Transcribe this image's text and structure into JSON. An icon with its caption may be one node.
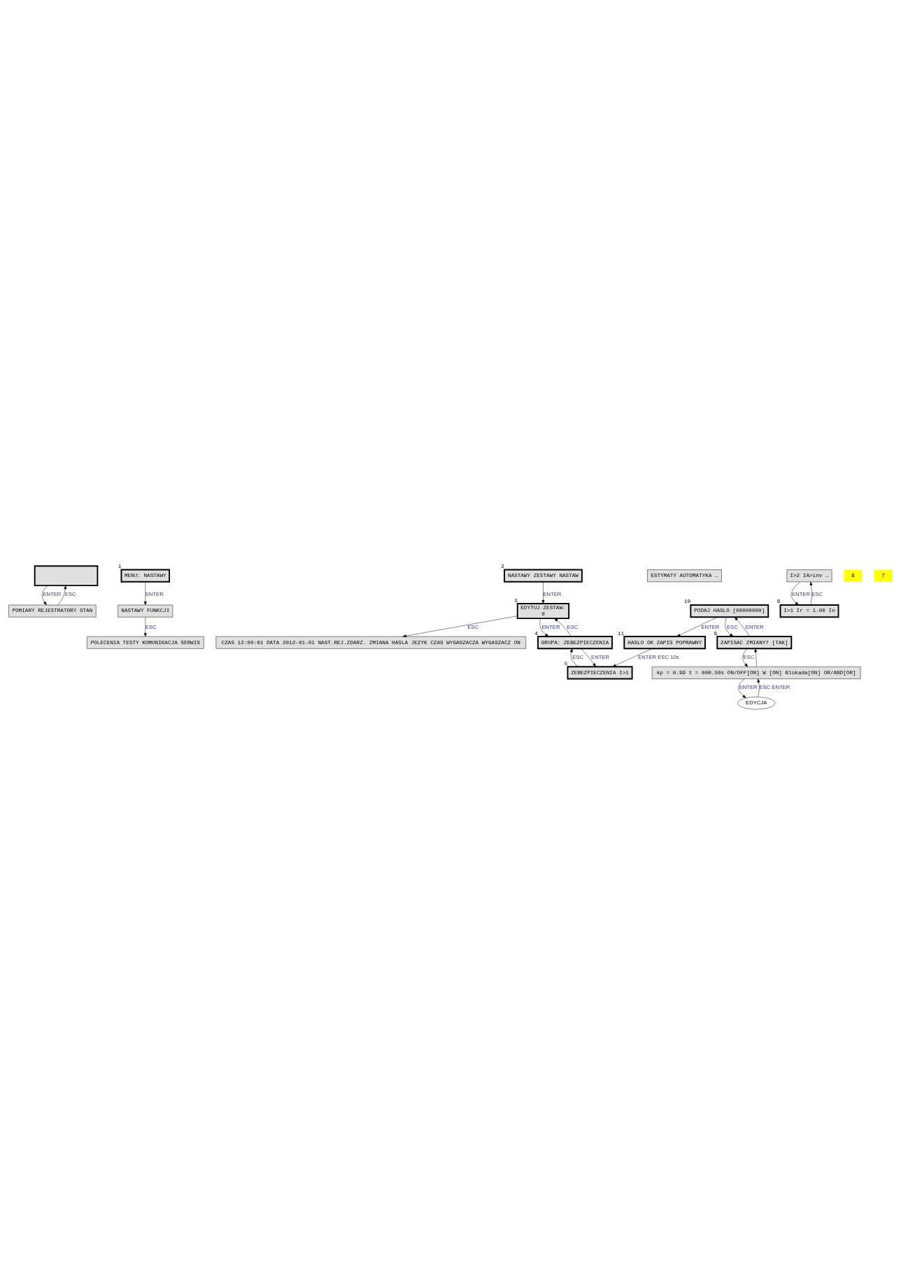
{
  "diagram": {
    "nodes": [
      {
        "text": [],
        "shape": "box"
      },
      {
        "text": [
          "POMIARY REJESTRATORY STAN"
        ]
      },
      {
        "text": [
          "MENU: NASTAWY"
        ],
        "beside": [
          "1"
        ]
      },
      {
        "text": [
          "POLECENIA TESTY KOMUNIKACJA SERWIS"
        ]
      },
      {
        "text": [
          "NASTAWY FUNKCJI"
        ]
      },
      {
        "text": [
          "NASTAWY ZESTAWY NASTAW"
        ],
        "beside": [
          "2"
        ]
      },
      {
        "text": [
          "CZAS 12:00:01 DATA 2012-01-01 NAST.REJ.ZDARZ. ZMIANA HASLA JEZYK CZAS WYGASZACZA WYGASZACZ ON"
        ]
      },
      {
        "text": [
          "EDYTUJ ZESTAW:",
          "0"
        ],
        "beside": [
          "3"
        ]
      },
      {
        "text": [
          "GRUPA: ZEBEZPIECZENIA"
        ],
        "beside": [
          "4"
        ]
      },
      {
        "text": [
          "ESTYMATY AUTOMATYKA …"
        ]
      },
      {
        "text": [
          "ZEBEZPIECZENIA I>1"
        ],
        "beside": [
          "5"
        ]
      },
      {
        "text": [
          "I>2 IA>inv …"
        ]
      },
      {
        "text": [
          "I>1 Ir = 1.00 In"
        ],
        "beside": [
          "6"
        ]
      },
      {
        "text": [
          "kp = 0.99 t = 000.50s ON/OFF[ON] W [ON] Blokada[ON] OR/AND[OR]"
        ]
      },
      {
        "text": [
          "EDYCJA"
        ]
      },
      {
        "text": [
          "ZAPISAC ZMIANY? [TAK]"
        ],
        "beside": [
          "9"
        ]
      },
      {
        "text": [
          "PODAJ HASLO [00000000]"
        ],
        "beside": [
          "10"
        ]
      },
      {
        "text": [
          "HASLO OK ZAPIS POPRAWNY"
        ],
        "beside": [
          "11"
        ]
      }
    ],
    "edges": [
      {
        "from": 0,
        "to": 1,
        "arrow": "to",
        "label": "ENTER"
      },
      {
        "from": 1,
        "to": 0,
        "arrow": "to",
        "label": "ESC"
      },
      {
        "from": 2,
        "to": 4,
        "arrow": "to",
        "label": "ENTER"
      },
      {
        "from": 4,
        "to": 3,
        "arrow": "to",
        "label": "ESC"
      },
      {
        "from": 5,
        "to": 7,
        "arrow": "to",
        "label": "ENTER"
      },
      {
        "from": 7,
        "to": 6,
        "arrow": "to",
        "label": "ESC"
      },
      {
        "from": 7,
        "to": 8,
        "arrow": "to",
        "label": "ENTER"
      },
      {
        "from": 8,
        "to": 7,
        "arrow": "to",
        "label": "ESC"
      },
      {
        "from": 8,
        "to": 10,
        "arrow": "to",
        "label": "ENTER"
      },
      {
        "from": 10,
        "to": 8,
        "arrow": "to",
        "label": "ESC"
      },
      {
        "from": 11,
        "to": 12,
        "arrow": "to",
        "label": "ENTER"
      },
      {
        "from": 12,
        "to": 11,
        "arrow": "to",
        "label": "ESC"
      },
      {
        "from": 13,
        "to": 14,
        "arrow": "to",
        "label": "ENTER"
      },
      {
        "from": 14,
        "to": 13,
        "arrow": "to",
        "label": "ESC ENTER"
      },
      {
        "from": 15,
        "to": 13,
        "arrow": "to",
        "label": "ESC"
      },
      {
        "from": 13,
        "to": 15,
        "arrow": "to"
      },
      {
        "from": 15,
        "to": 16,
        "arrow": "to",
        "label": "ENTER"
      },
      {
        "from": 16,
        "to": 15,
        "arrow": "to",
        "label": "ESC"
      },
      {
        "from": 16,
        "to": 17,
        "arrow": "to",
        "label": "ENTER"
      },
      {
        "from": 17,
        "to": 10,
        "arrow": "to",
        "label": "ENTER ESC 10s"
      }
    ],
    "labels": [
      "8",
      "7"
    ]
  }
}
